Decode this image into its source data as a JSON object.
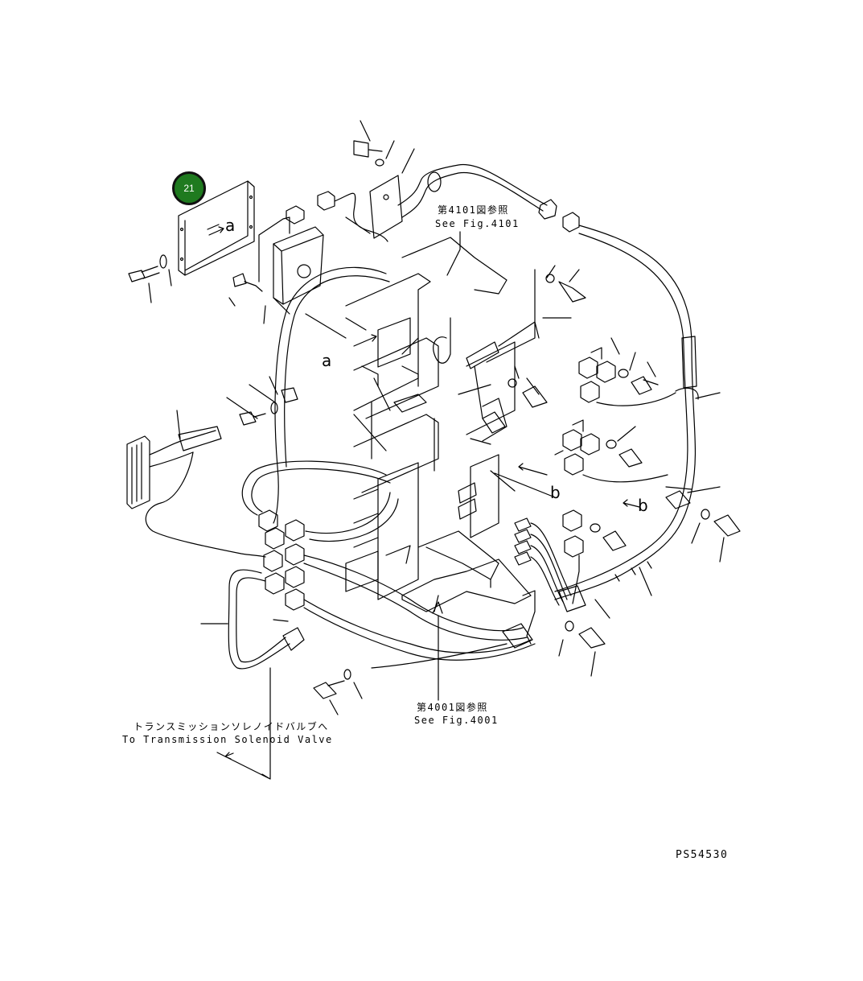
{
  "diagram": {
    "callout_badge": "21",
    "view_markers": {
      "a1": "a",
      "a2": "a",
      "b1": "b",
      "b2": "b"
    },
    "ref_4101": {
      "jp": "第4101図参照",
      "en": "See Fig.4101"
    },
    "ref_4001": {
      "jp": "第4001図参照",
      "en": "See Fig.4001"
    },
    "destination": {
      "jp": "トランスミッションソレノイドバルブへ",
      "en": "To Transmission Solenoid Valve"
    },
    "drawing_number": "PS54530",
    "colors": {
      "line": "#000000",
      "badge": "#1f7a1f"
    }
  }
}
